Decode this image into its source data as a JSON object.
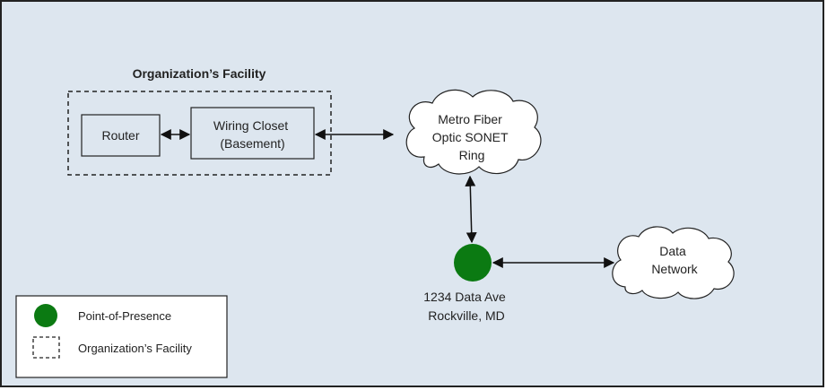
{
  "diagram": {
    "facility_title": "Organization’s Facility",
    "router_label": "Router",
    "wiring_closet_label": [
      "Wiring Closet",
      "(Basement)"
    ],
    "metro_cloud_label": [
      "Metro Fiber",
      "Optic SONET",
      "Ring"
    ],
    "data_cloud_label": [
      "Data",
      "Network"
    ],
    "pop_address": [
      "1234 Data Ave",
      "Rockville,  MD"
    ]
  },
  "legend": {
    "items": [
      {
        "symbol": "green-circle",
        "label": "Point-of-Presence"
      },
      {
        "symbol": "dashed-box",
        "label": "Organization’s Facility"
      }
    ]
  },
  "colors": {
    "background": "#dde6ef",
    "pop_green": "#0b7a12",
    "box_fill": "#dde6ef",
    "cloud_fill": "#ffffff",
    "line": "#111111"
  }
}
